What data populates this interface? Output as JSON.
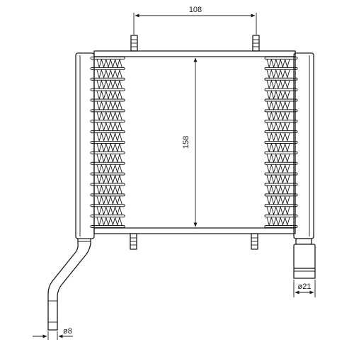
{
  "dimensions": {
    "width_label": "108",
    "height_label": "158",
    "outlet_diameter_label": "ø21",
    "inlet_diameter_label": "ø8"
  },
  "colors": {
    "line": "#1a1a1a",
    "background": "#ffffff"
  }
}
